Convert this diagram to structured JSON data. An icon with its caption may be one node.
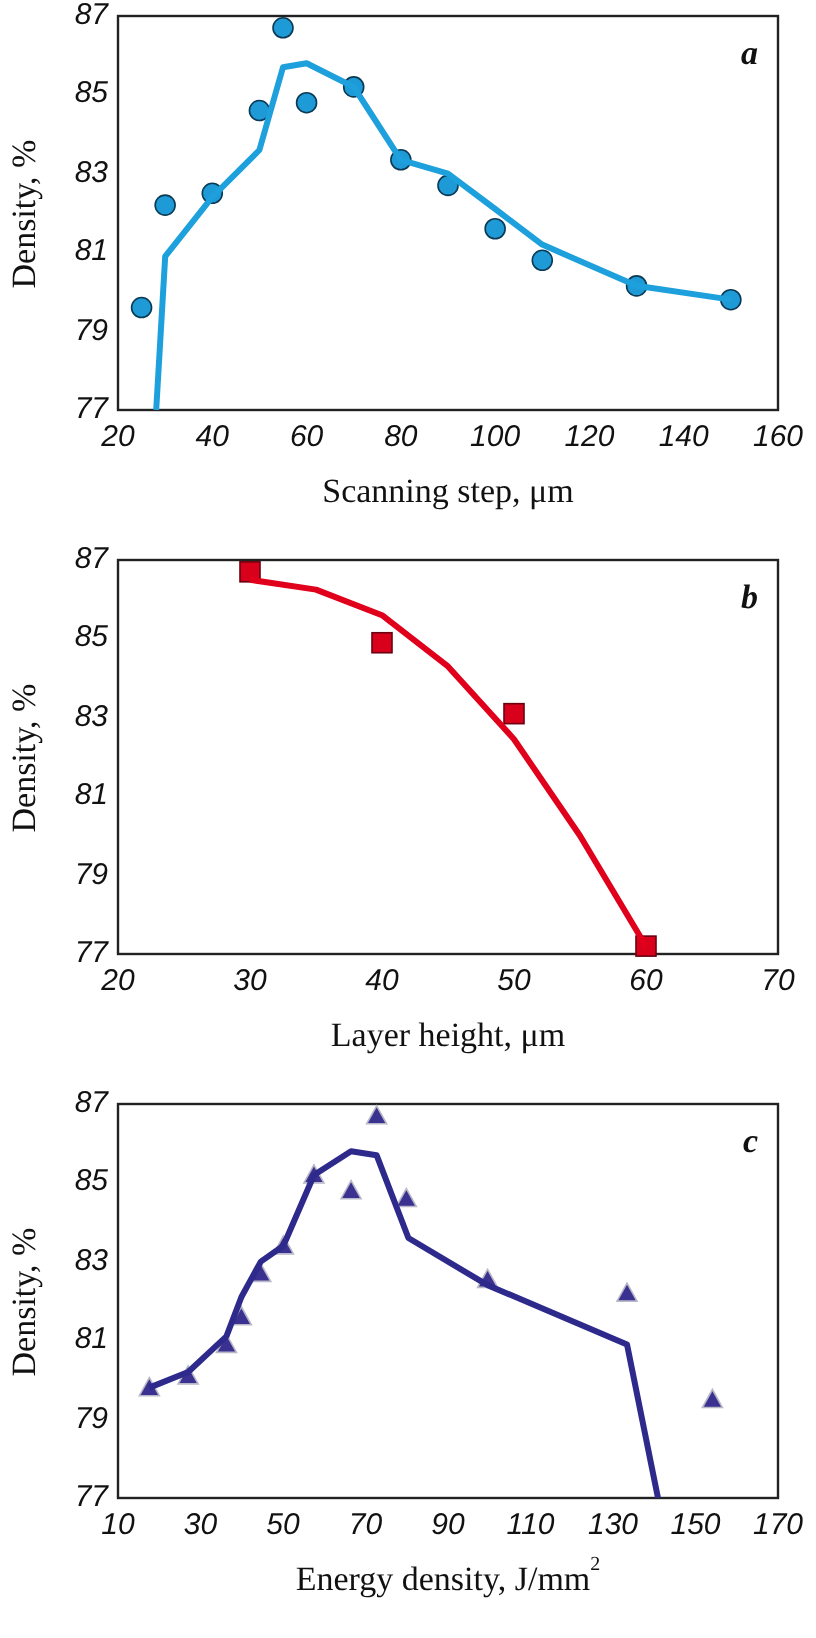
{
  "diagram": {
    "chart_data": [
      {
        "type": "scatter",
        "title": "a",
        "xlabel": "Scanning step, μm",
        "ylabel": "Density, %",
        "xlim": [
          20,
          160
        ],
        "ylim": [
          77,
          87
        ],
        "xticks": [
          20,
          40,
          60,
          80,
          100,
          120,
          140,
          160
        ],
        "yticks": [
          77,
          79,
          81,
          83,
          85,
          87
        ],
        "series": [
          {
            "type": "scatter",
            "marker": "circle",
            "color": "#1e9ad6",
            "x": [
              25,
              30,
              40,
              50,
              55,
              60,
              70,
              80,
              90,
              100,
              110,
              130,
              150
            ],
            "values": [
              79.6,
              82.2,
              82.5,
              84.6,
              86.7,
              84.8,
              85.2,
              83.35,
              82.7,
              81.6,
              80.8,
              80.15,
              79.8
            ]
          },
          {
            "type": "line",
            "color": "#1ea0dc",
            "x": [
              28.1,
              30,
              40,
              50,
              55,
              60,
              70,
              80,
              90,
              100,
              110,
              130,
              150
            ],
            "values": [
              77,
              80.9,
              82.4,
              83.6,
              85.7,
              85.8,
              85.2,
              83.35,
              83.0,
              82.1,
              81.2,
              80.15,
              79.8
            ]
          }
        ]
      },
      {
        "type": "scatter",
        "title": "b",
        "xlabel": "Layer height, μm",
        "ylabel": "Density, %",
        "xlim": [
          20,
          70
        ],
        "ylim": [
          77,
          87
        ],
        "xticks": [
          20,
          30,
          40,
          50,
          60,
          70
        ],
        "yticks": [
          77,
          79,
          81,
          83,
          85,
          87
        ],
        "series": [
          {
            "type": "scatter",
            "marker": "square",
            "color": "#d9001b",
            "x": [
              30,
              40,
              50,
              60
            ],
            "values": [
              86.7,
              84.9,
              83.1,
              77.2
            ]
          },
          {
            "type": "line",
            "color": "#e0001b",
            "x": [
              30,
              35,
              40,
              45,
              50,
              55,
              60
            ],
            "values": [
              86.5,
              86.25,
              85.6,
              84.3,
              82.45,
              80.0,
              77.2
            ]
          }
        ]
      },
      {
        "type": "scatter",
        "title": "c",
        "xlabel": "Energy density, J/mm$^{2}$",
        "ylabel": "Density, %",
        "xlim": [
          10,
          170
        ],
        "ylim": [
          77,
          87
        ],
        "xticks": [
          10,
          30,
          50,
          70,
          90,
          110,
          130,
          150,
          170
        ],
        "yticks": [
          77,
          79,
          81,
          83,
          85,
          87
        ],
        "series": [
          {
            "type": "scatter",
            "marker": "triangle",
            "color": "#3b3190",
            "x": [
              17.6,
              27,
              36.3,
              39.9,
              44.6,
              50.1,
              57.5,
              66.5,
              72.7,
              79.9,
              99.6,
              133.4,
              154.1
            ],
            "values": [
              79.8,
              80.1,
              80.9,
              81.6,
              82.7,
              83.4,
              85.2,
              84.8,
              86.7,
              84.6,
              82.55,
              82.2,
              79.5
            ]
          },
          {
            "type": "line",
            "color": "#2e2a8c",
            "x": [
              17.6,
              27,
              36.3,
              39.9,
              44.6,
              50.1,
              57.5,
              66.5,
              72.7,
              80.4,
              99.6,
              133.4,
              140.9
            ],
            "values": [
              79.8,
              80.2,
              81.1,
              82.1,
              83.0,
              83.4,
              85.2,
              85.8,
              85.7,
              83.6,
              82.4,
              80.9,
              77
            ]
          }
        ]
      }
    ]
  }
}
